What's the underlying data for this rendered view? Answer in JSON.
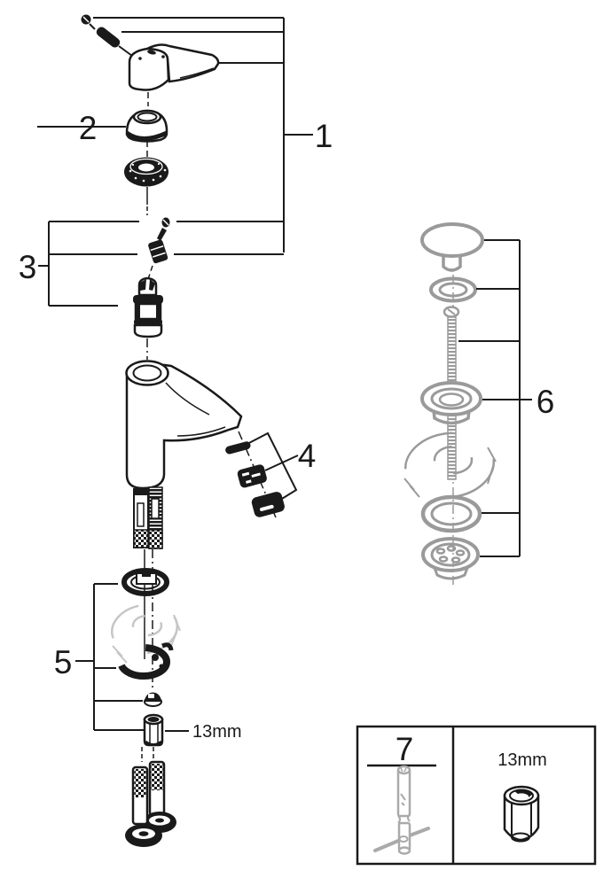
{
  "diagram": {
    "callouts": {
      "c1": "1",
      "c2": "2",
      "c3": "3",
      "c4": "4",
      "c5": "5",
      "c6": "6",
      "c7": "7"
    },
    "labels": {
      "nut_size": "13mm",
      "box_nut_size": "13mm"
    },
    "colors": {
      "ink": "#1a1a1a",
      "gray_part": "#9a9a9a",
      "phantom": "#c6c6c6",
      "background": "#ffffff"
    }
  }
}
